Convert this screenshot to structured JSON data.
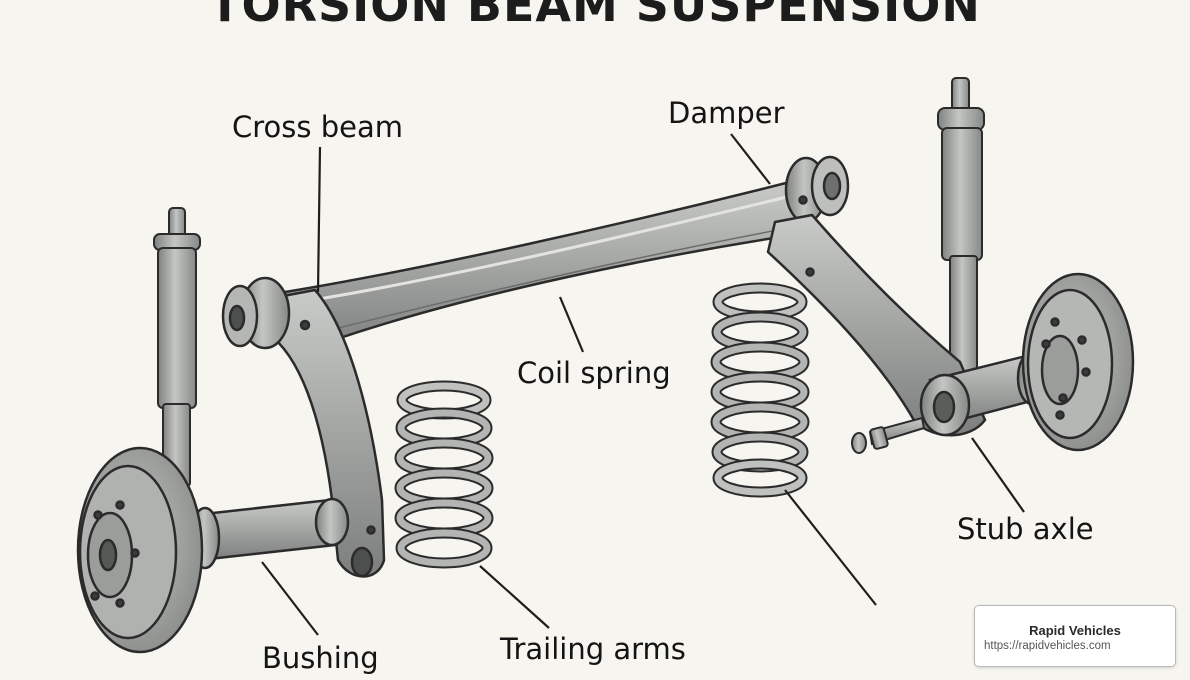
{
  "title": "TORSION BEAM SUSPENSION",
  "labels": {
    "cross_beam": "Cross beam",
    "damper": "Damper",
    "coil_spring": "Coil spring",
    "stub_axle": "Stub axle",
    "bushing": "Bushing",
    "trailing_arms": "Trailing arms"
  },
  "watermark": {
    "name": "Rapid Vehicles",
    "url": "https://rapidvehicles.com"
  },
  "colors": {
    "background": "#f7f5ef",
    "metal": "#9fa19f",
    "metal_light": "#c8cac8",
    "metal_dark": "#6d706e",
    "outline": "#2b2b2b"
  }
}
